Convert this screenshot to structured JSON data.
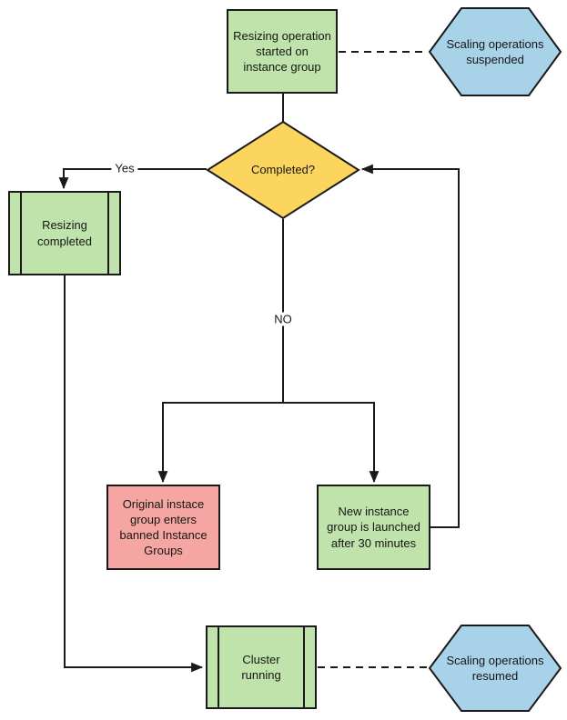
{
  "colors": {
    "process_green": "#bfe3aa",
    "decision_yellow": "#fbd55e",
    "terminal_blue": "#a8d2e7",
    "alert_pink": "#f5a5a2",
    "line_black": "#1a1a1a"
  },
  "nodes": {
    "start": "Resizing operation\nstarted on\ninstance group",
    "scaling_suspended": "Scaling operations\nsuspended",
    "completed_decision": "Completed?",
    "resizing_completed": "Resizing\ncompleted",
    "banned_group": "Original instace\ngroup enters\nbanned Instance\nGroups",
    "new_instance_group": "New instance\ngroup is launched\nafter 30 minutes",
    "cluster_running": "Cluster\nrunning",
    "scaling_resumed": "Scaling operations\nresumed"
  },
  "edge_labels": {
    "yes": "Yes",
    "no": "NO"
  }
}
